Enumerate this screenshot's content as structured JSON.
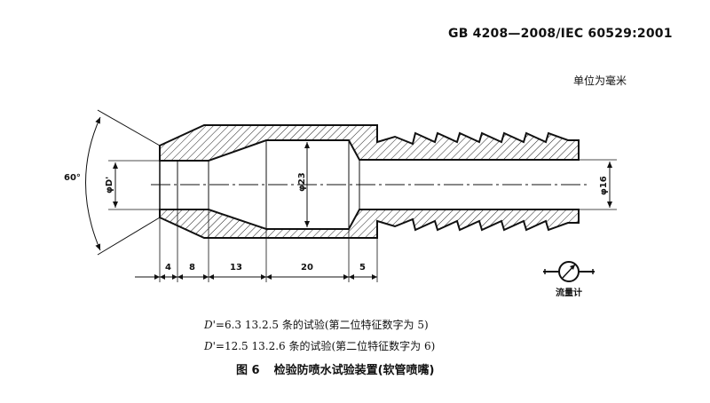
{
  "header": {
    "standard": "GB 4208—2008/IEC 60529:2001",
    "unit": "单位为毫米"
  },
  "drawing": {
    "angle_label": "60°",
    "bore_label": "φD'",
    "inner_diameter_label": "φ23",
    "outlet_diameter_label": "φ16",
    "lengths": [
      "4",
      "8",
      "13",
      "20",
      "5"
    ],
    "flowmeter_label": "流量计"
  },
  "notes": [
    {
      "symbol": "D'",
      "text": "=6.3 13.2.5 条的试验(第二位特征数字为 5)"
    },
    {
      "symbol": "D'",
      "text": "=12.5 13.2.6 条的试验(第二位特征数字为 6)"
    }
  ],
  "caption": {
    "figure": "图 6",
    "title": "检验防喷水试验装置(软管喷嘴)"
  }
}
